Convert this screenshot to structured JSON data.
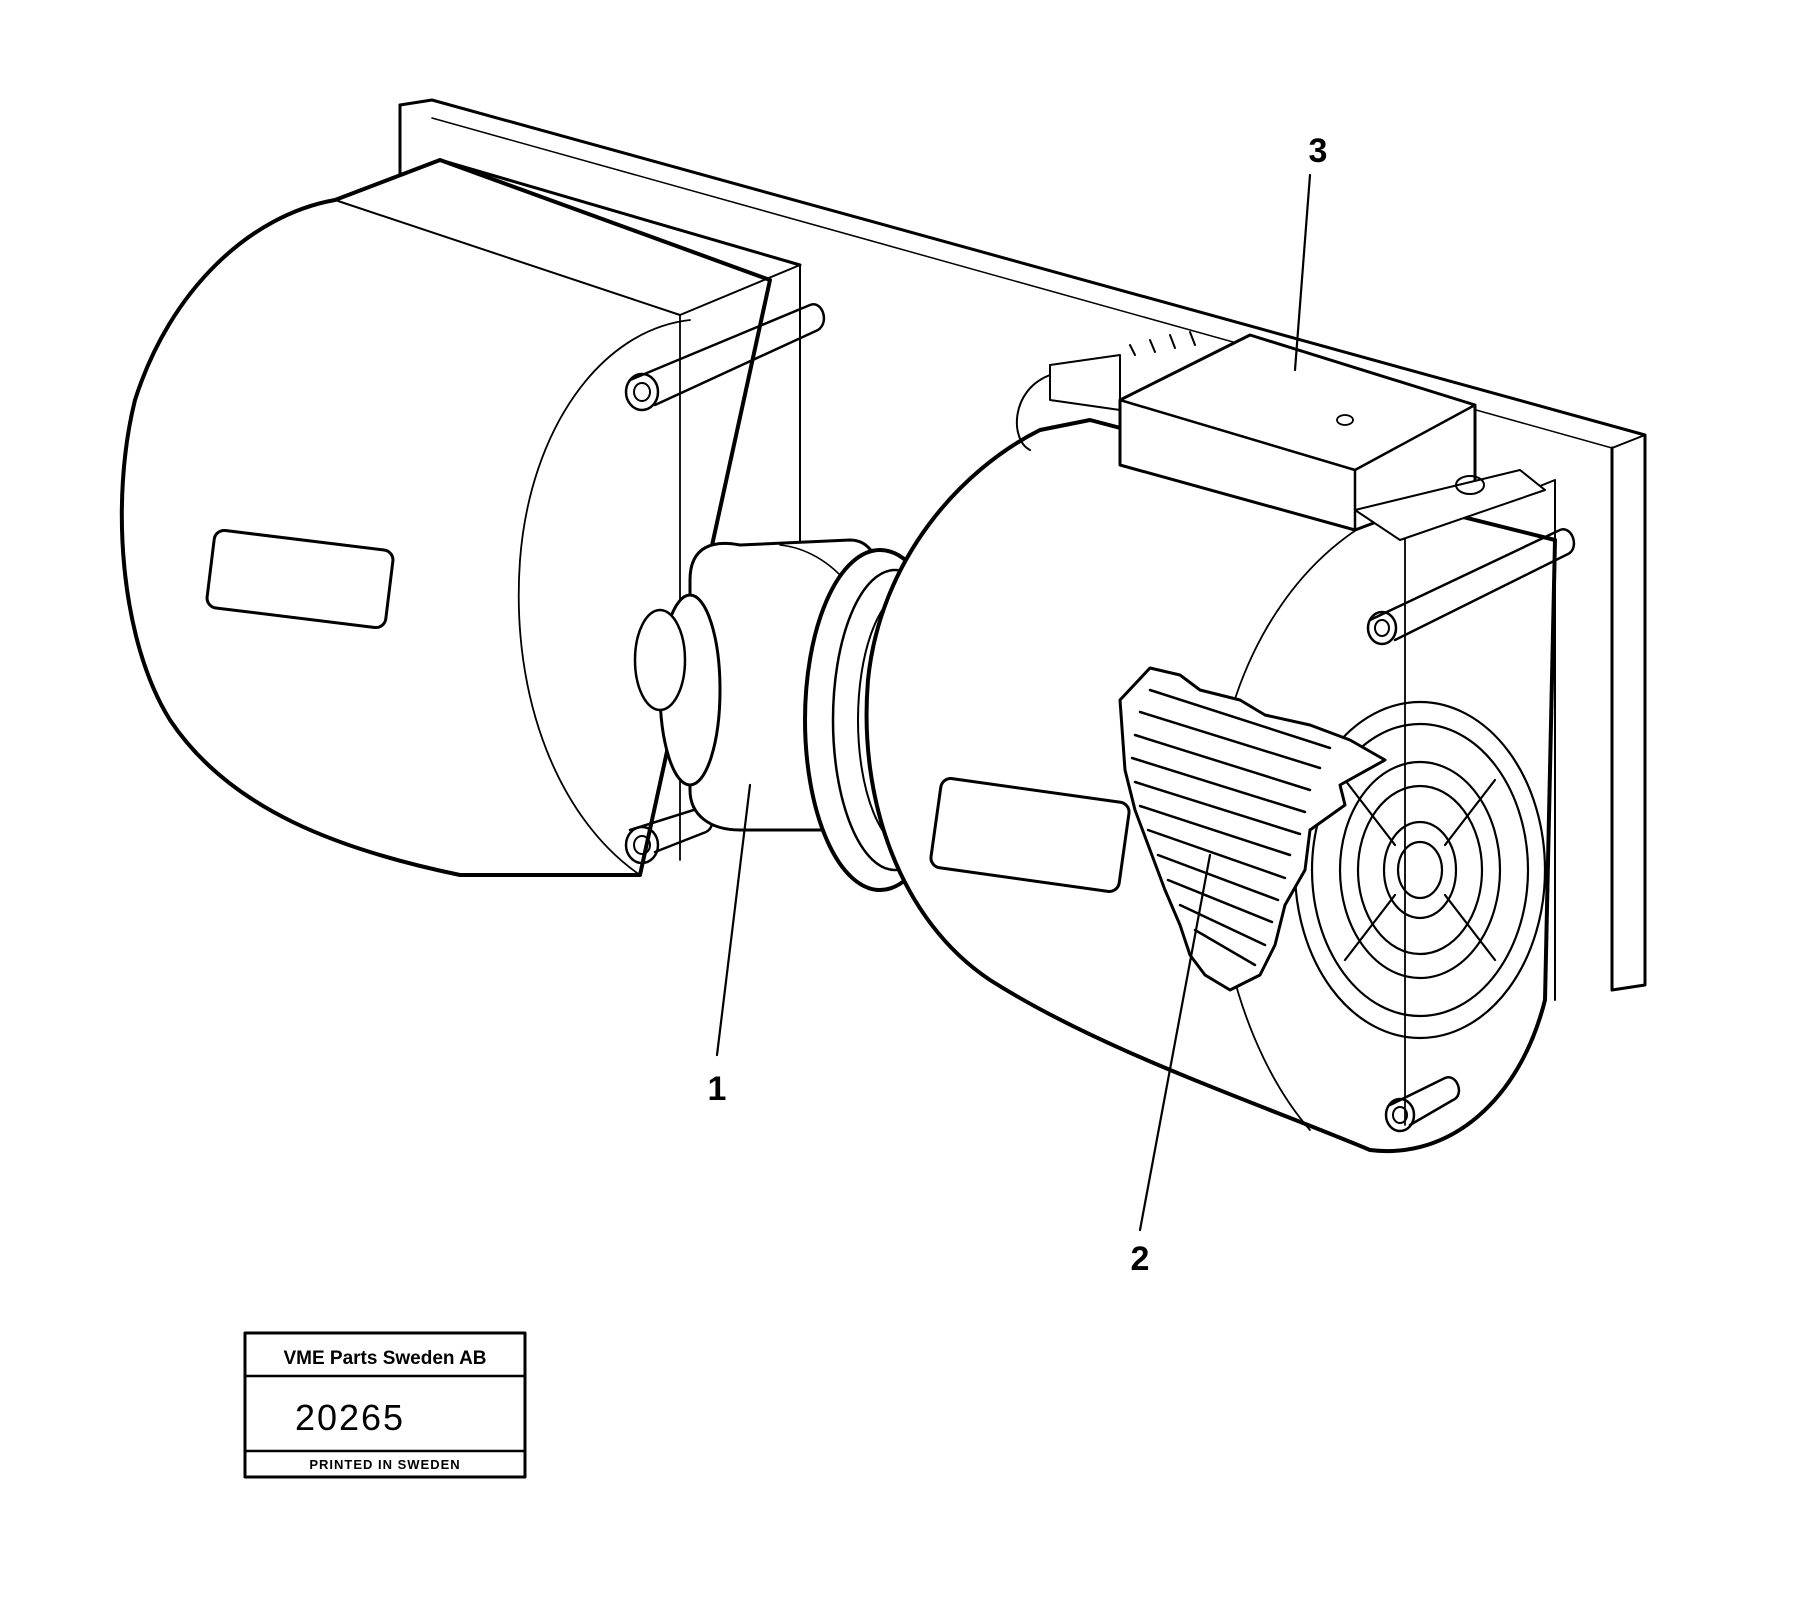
{
  "callouts": {
    "c1": "1",
    "c2": "2",
    "c3": "3"
  },
  "stamp": {
    "company": "VME Parts Sweden AB",
    "number": "20265",
    "footer": "PRINTED IN SWEDEN"
  }
}
